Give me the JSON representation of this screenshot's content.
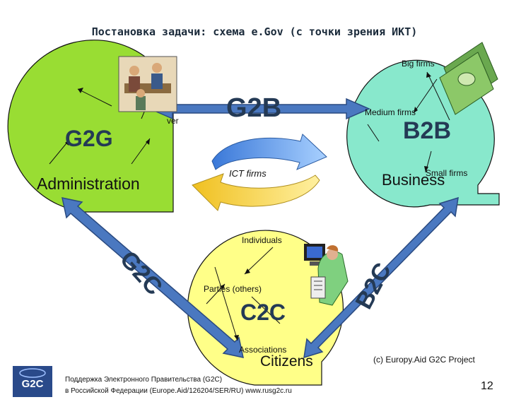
{
  "title": "Постановка задачи: схема e.Gov (с точки зрения ИКТ)",
  "government": {
    "sector": "G2G",
    "label": "Administration",
    "partial": "ver"
  },
  "business": {
    "sector": "B2B",
    "label": "Business",
    "big_firms": "Big firms",
    "medium_firms": "Medium firms",
    "small_firms": "Small firms"
  },
  "citizens": {
    "sector": "C2C",
    "label": "Citizens",
    "individuals": "Individuals",
    "parties": "Parties (others)",
    "associations": "Associations"
  },
  "links": {
    "g2b": "G2B",
    "g2c": "G2C",
    "b2c": "B2C"
  },
  "center": {
    "ict_firms": "ICT firms"
  },
  "footer": {
    "support_line1": "Поддержка Электронного Правительства (G2C)",
    "support_line2": "в Российской Федерации (Europe.Aid/126204/SER/RU) www.rusg2c.ru",
    "copyright": "(c) Europy.Aid G2C Project",
    "page_number": "12",
    "logo_text": "G2C"
  },
  "colors": {
    "government": "#99dd33",
    "business": "#88e8cc",
    "citizens": "#ffff88",
    "arrow": "#4a78c0",
    "arrow_edge": "#2a4a80"
  }
}
